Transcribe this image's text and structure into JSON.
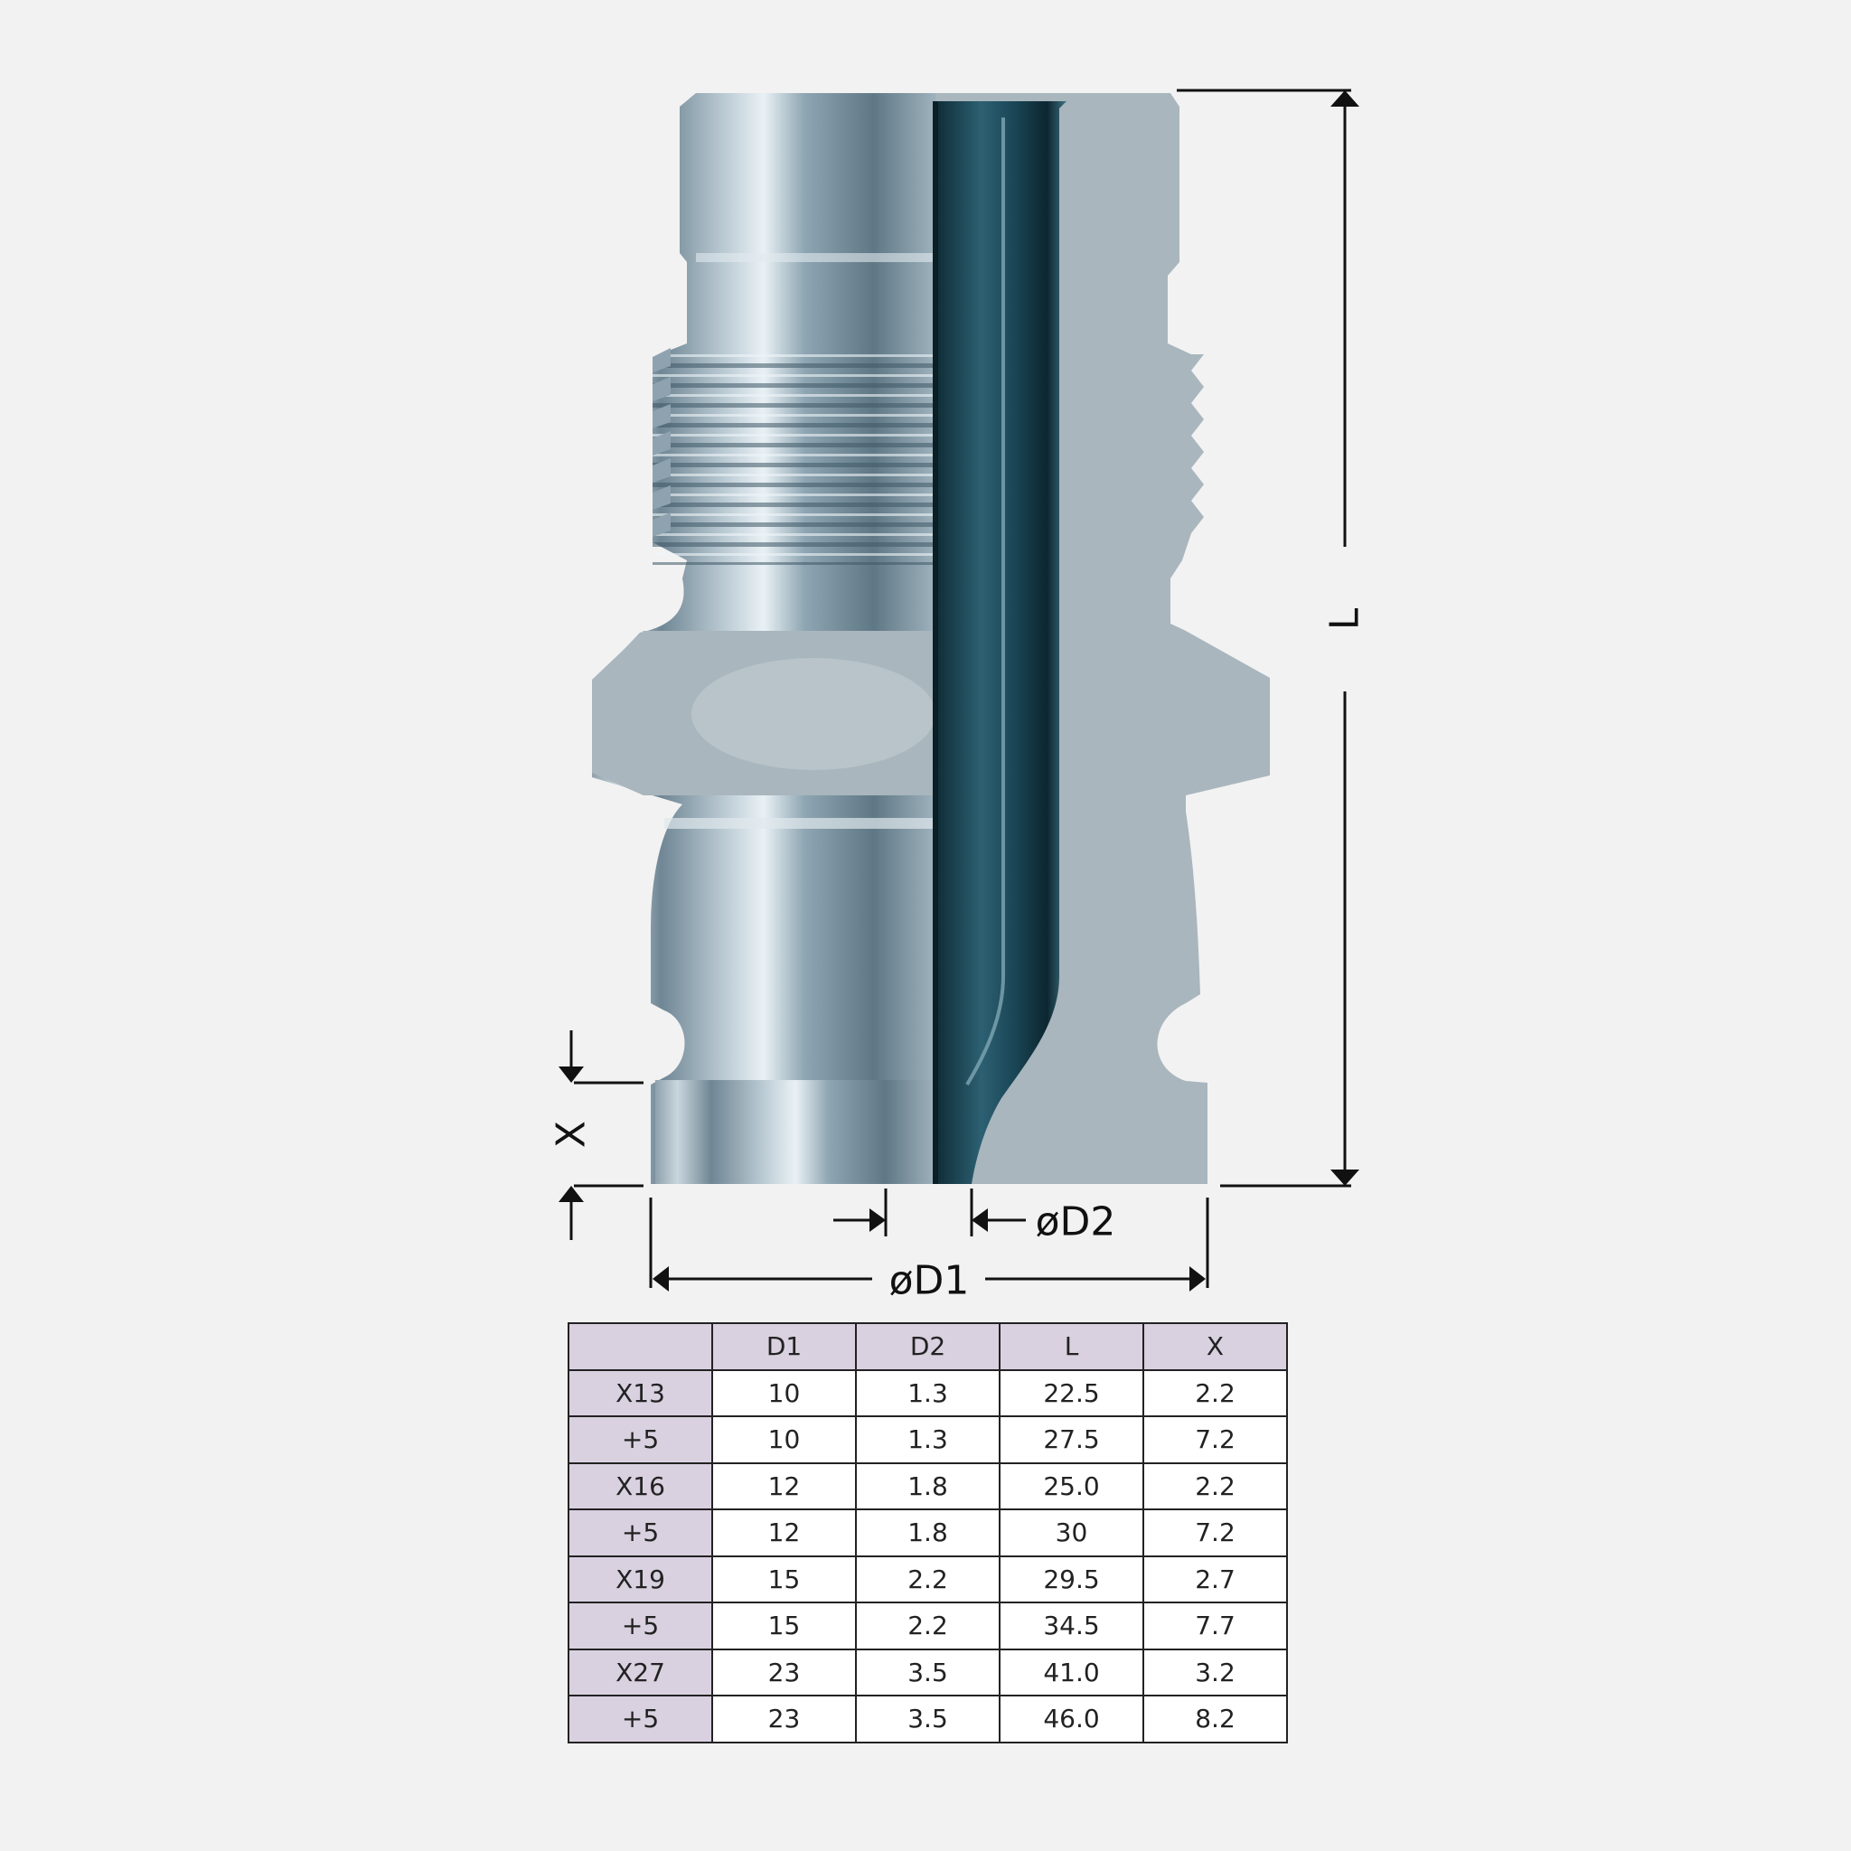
{
  "labels": {
    "L": "L",
    "X": "X",
    "D1": "øD1",
    "D2": "øD2"
  },
  "table": {
    "headers": [
      "",
      "D1",
      "D2",
      "L",
      "X"
    ],
    "rows": [
      [
        "X13",
        "10",
        "1.3",
        "22.5",
        "2.2"
      ],
      [
        "+5",
        "10",
        "1.3",
        "27.5",
        "7.2"
      ],
      [
        "X16",
        "12",
        "1.8",
        "25.0",
        "2.2"
      ],
      [
        "+5",
        "12",
        "1.8",
        "30",
        "7.2"
      ],
      [
        "X19",
        "15",
        "2.2",
        "29.5",
        "2.7"
      ],
      [
        "+5",
        "15",
        "2.2",
        "34.5",
        "7.7"
      ],
      [
        "X27",
        "23",
        "3.5",
        "41.0",
        "3.2"
      ],
      [
        "+5",
        "23",
        "3.5",
        "46.0",
        "8.2"
      ]
    ]
  },
  "colors": {
    "background": "#f2f2f2",
    "section": "#a9b6bd",
    "bore": "#16414f",
    "header_fill": "#d9d0e0"
  }
}
